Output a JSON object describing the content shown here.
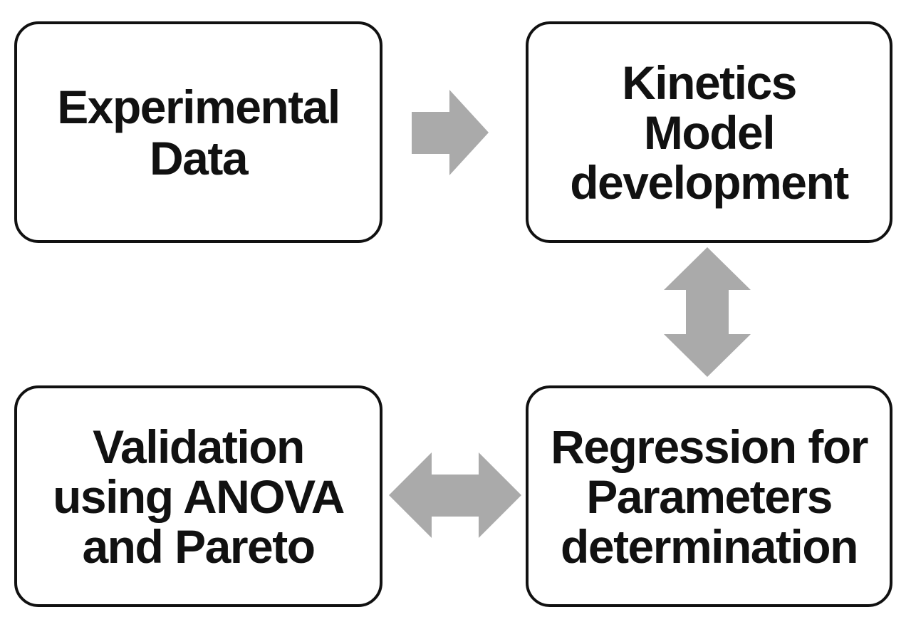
{
  "diagram": {
    "nodes": [
      {
        "id": "experimental",
        "lines": [
          "Experimental",
          "Data"
        ]
      },
      {
        "id": "kinetics",
        "lines": [
          "Kinetics",
          "Model",
          "development"
        ]
      },
      {
        "id": "regression",
        "lines": [
          "Regression for",
          "Parameters",
          "determination"
        ]
      },
      {
        "id": "validation",
        "lines": [
          "Validation",
          "using ANOVA",
          "and Pareto"
        ]
      }
    ],
    "edges": [
      {
        "from": "experimental",
        "to": "kinetics",
        "direction": "one-way"
      },
      {
        "from": "kinetics",
        "to": "regression",
        "direction": "two-way"
      },
      {
        "from": "regression",
        "to": "validation",
        "direction": "two-way"
      }
    ],
    "colors": {
      "box_border": "#111111",
      "text": "#111111",
      "arrow": "#aaaaaa",
      "background": "#ffffff"
    }
  }
}
